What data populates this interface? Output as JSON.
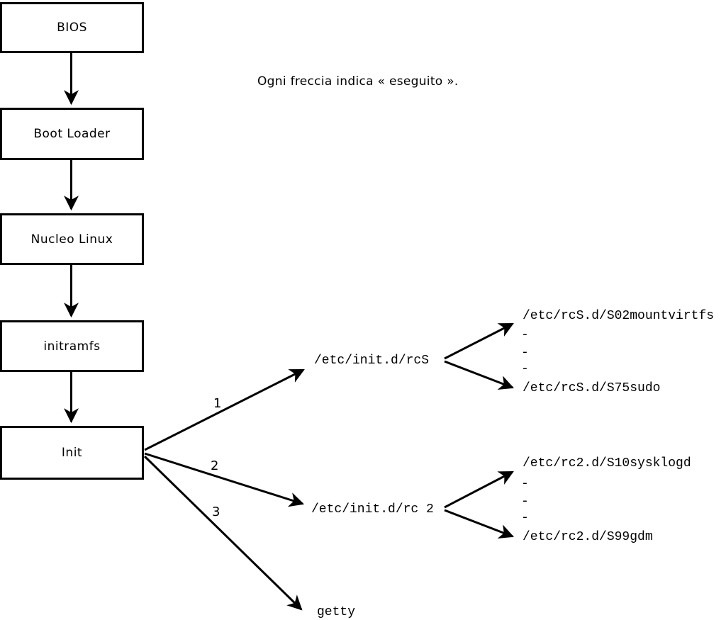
{
  "caption": "Ogni freccia indica « eseguito ».",
  "colors": {
    "background": "#ffffff",
    "line": "#000000",
    "text": "#000000"
  },
  "boxes": [
    {
      "label": "BIOS"
    },
    {
      "label": "Boot Loader"
    },
    {
      "label": "Nucleo Linux"
    },
    {
      "label": "initramfs"
    },
    {
      "label": "Init"
    }
  ],
  "branches": [
    {
      "number": "1",
      "target": "/etc/init.d/rcS",
      "scripts": {
        "first": "/etc/rcS.d/S02mountvirtfs",
        "ellipsis": [
          "-",
          "-",
          "-"
        ],
        "last": "/etc/rcS.d/S75sudo"
      }
    },
    {
      "number": "2",
      "target": "/etc/init.d/rc 2",
      "scripts": {
        "first": "/etc/rc2.d/S10sysklogd",
        "ellipsis": [
          "-",
          "-",
          "-"
        ],
        "last": "/etc/rc2.d/S99gdm"
      }
    },
    {
      "number": "3",
      "target": "getty"
    }
  ]
}
